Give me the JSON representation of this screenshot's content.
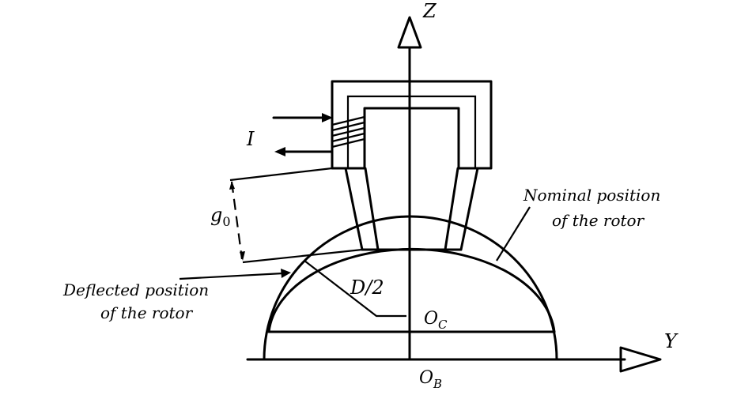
{
  "labels": {
    "z_axis": "Z",
    "y_axis": "Y",
    "current": "I",
    "gap": "g",
    "gap_subscript": "0",
    "radius": "D/2",
    "center_c": "O",
    "center_c_subscript": "C",
    "center_b": "O",
    "center_b_subscript": "B",
    "nominal_line1": "Nominal position",
    "nominal_line2": "of the rotor",
    "deflected_line1": "Deflected position",
    "deflected_line2": "of the rotor"
  },
  "colors": {
    "stroke": "#000000",
    "background": "#ffffff"
  }
}
